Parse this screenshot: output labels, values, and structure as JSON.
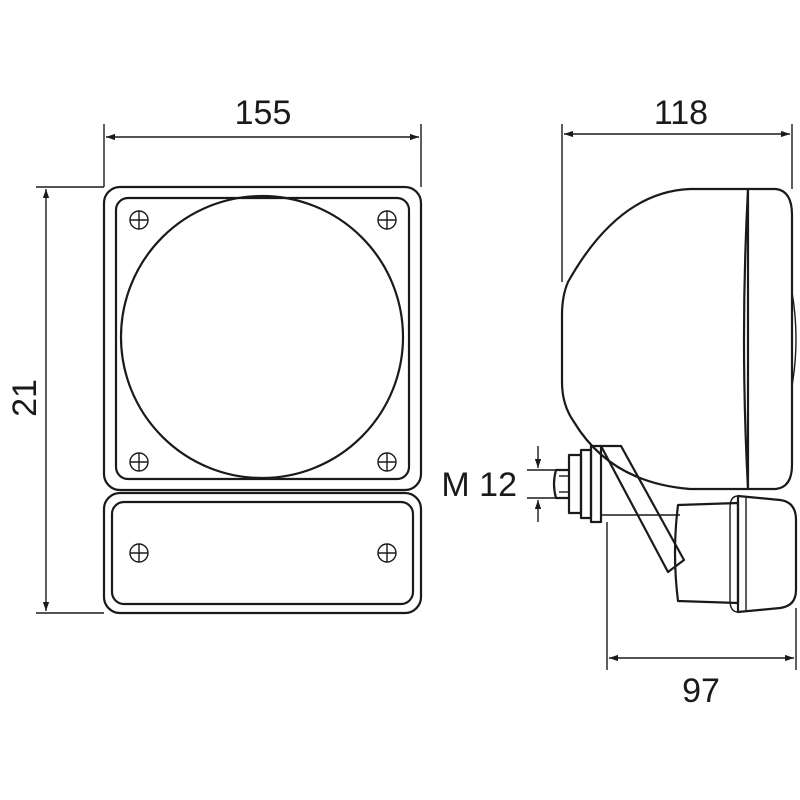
{
  "dimensions": {
    "front_width": "155",
    "front_height": "21",
    "side_depth_total": "118",
    "side_depth_housing": "97",
    "thread": "M 12"
  },
  "colors": {
    "stroke": "#1a1a1a",
    "background": "#ffffff"
  }
}
